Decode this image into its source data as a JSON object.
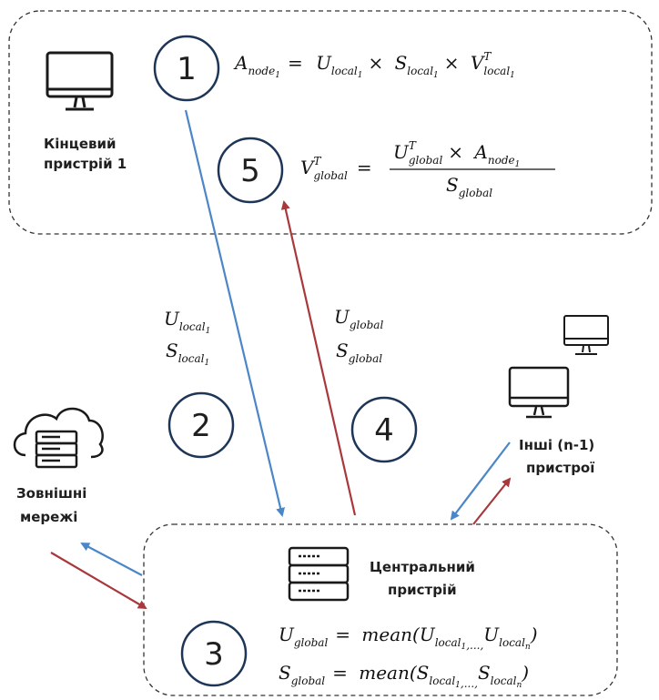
{
  "labels": {
    "end_device": [
      "Кінцевий",
      "пристрій 1"
    ],
    "external": [
      "Зовнішні",
      "мережі"
    ],
    "central": [
      "Центральний",
      "пристрій"
    ],
    "other": [
      "Інші (n-1)",
      "пристрої"
    ]
  },
  "steps": [
    "1",
    "2",
    "3",
    "4",
    "5"
  ],
  "formulas": {
    "f1": {
      "lhs": "A",
      "lhs_sub": "node",
      "sub_idx": "1",
      "eq": "=",
      "t1": "U",
      "t1_sub": "local",
      "x": "×",
      "t2": "S",
      "t2_sub": "local",
      "t3": "V",
      "t3_sup": "T",
      "t3_sub": "local"
    },
    "f5": {
      "lhs": "V",
      "lhs_sup": "T",
      "lhs_sub": "global",
      "num_u": "U",
      "num_u_sup": "T",
      "num_u_sub": "global",
      "num_a": "A",
      "num_a_sub": "node",
      "den": "S",
      "den_sub": "global",
      "sub_idx": "1",
      "eq": "=",
      "x": "×"
    },
    "f3a": {
      "lhs": "U",
      "lhs_sub": "global",
      "eq": "=",
      "fn": "mean(",
      "a": "U",
      "a_sub": "local",
      "a_idx": "1",
      "sep": ",...,",
      "b": "U",
      "b_sub": "local",
      "b_idx": "n",
      "close": ")"
    },
    "f3b": {
      "lhs": "S",
      "lhs_sub": "global",
      "eq": "=",
      "fn": "mean(",
      "a": "S",
      "a_sub": "local",
      "a_idx": "1",
      "sep": ",...,",
      "b": "S",
      "b_sub": "local",
      "b_idx": "n",
      "close": ")"
    }
  },
  "edge_labels": {
    "up_u": "U",
    "up_u_sub": "local",
    "up_s": "S",
    "up_s_sub": "local",
    "idx": "1",
    "down_u": "U",
    "down_u_sub": "global",
    "down_s": "S",
    "down_s_sub": "global"
  },
  "colors": {
    "blue": "#4a86c8",
    "red": "#a8383b",
    "circle": "#1d3557"
  },
  "icons": [
    "monitor-icon",
    "cloud-server-icon",
    "server-icon",
    "monitor-icon",
    "monitor-icon"
  ]
}
